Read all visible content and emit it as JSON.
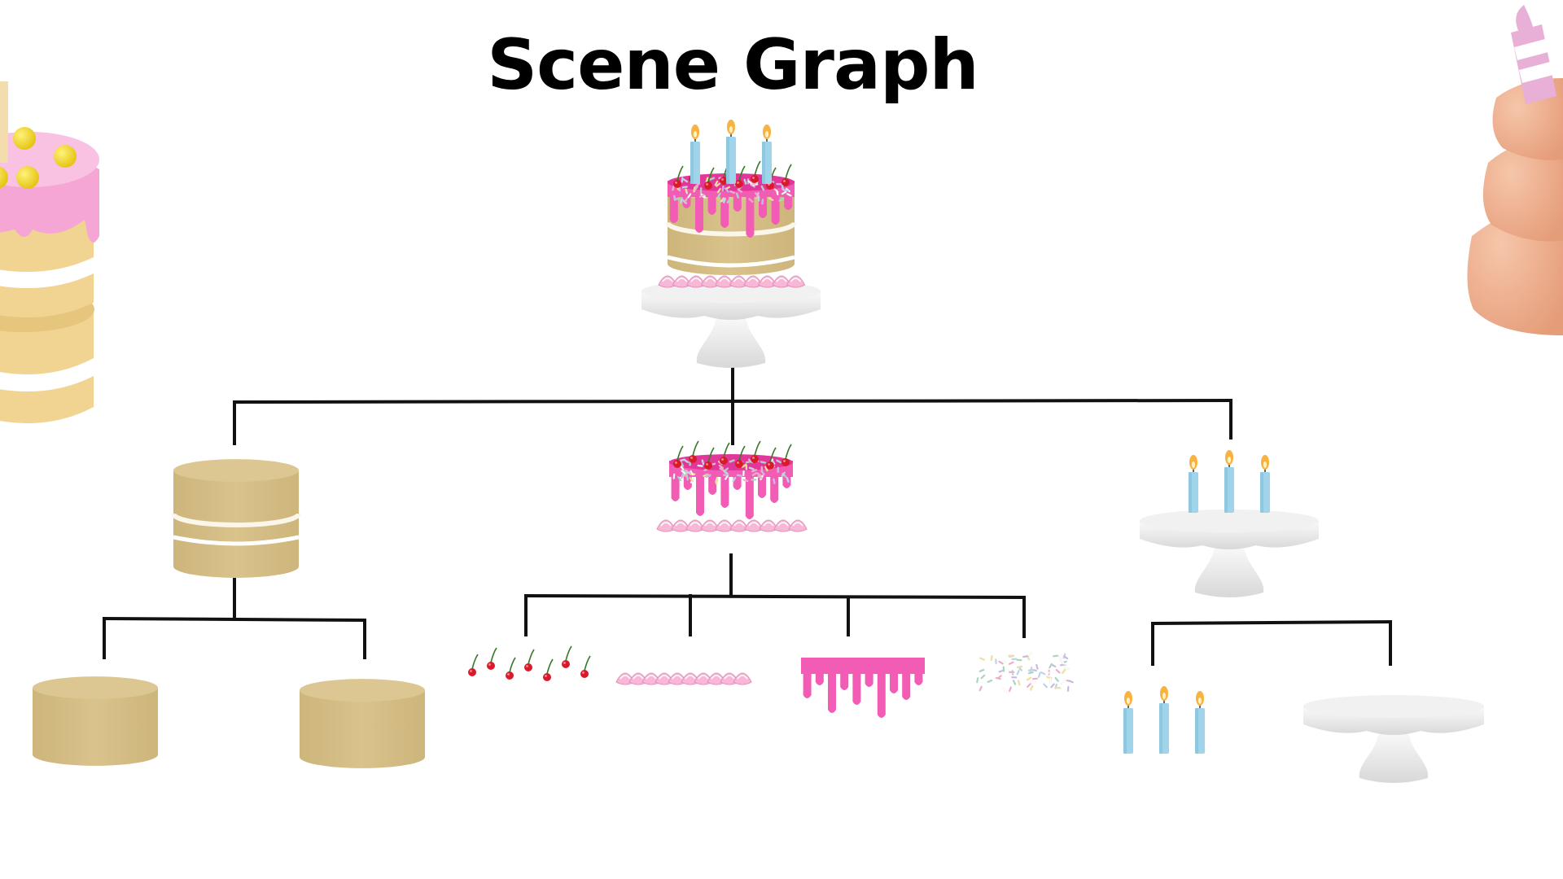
{
  "title": "Scene Graph",
  "colors": {
    "background": "#ffffff",
    "connector": "#111111",
    "sponge": "#d6bf86",
    "sponge_side": "#d2b97f",
    "sponge_top": "#dcc792",
    "filling": "#fbf6ea",
    "icing": "#f25cb5",
    "icing_dark": "#e2379a",
    "cherry": "#d81b2c",
    "stem": "#3b7a2a",
    "meringue": "#f6b8d6",
    "candle": "#9fd4ea",
    "candle_dark": "#7bbcd6",
    "flame": "#f6b342",
    "stand": "#f1f1f1",
    "stand_shadow": "#d9d9d9",
    "deco_cake_pink": "#f5a6d4",
    "deco_cake_cream": "#f1d491",
    "deco_cake_yellow": "#f2d320",
    "deco_cupcake": "#f0b18e"
  },
  "graph": {
    "root": {
      "id": "whole-cake",
      "icon": "whole-cake-icon",
      "children": [
        {
          "id": "sponge-stack",
          "icon": "sponge-stack-icon",
          "children": [
            {
              "id": "sponge-layer-1",
              "icon": "sponge-layer-icon"
            },
            {
              "id": "sponge-layer-2",
              "icon": "sponge-layer-icon"
            }
          ]
        },
        {
          "id": "topping",
          "icon": "topping-icon",
          "children": [
            {
              "id": "cherries",
              "icon": "cherries-icon"
            },
            {
              "id": "meringue-border",
              "icon": "meringue-icon"
            },
            {
              "id": "pink-icing-drip",
              "icon": "icing-drip-icon"
            },
            {
              "id": "sprinkles",
              "icon": "sprinkles-icon"
            }
          ]
        },
        {
          "id": "candles-on-stand",
          "icon": "candles-stand-icon",
          "children": [
            {
              "id": "candles",
              "icon": "candles-icon"
            },
            {
              "id": "cake-stand",
              "icon": "cake-stand-icon"
            }
          ]
        }
      ]
    }
  },
  "decorations": [
    {
      "id": "left-3d-cake",
      "icon": "3d-layer-cake-icon"
    },
    {
      "id": "right-3d-cupcake",
      "icon": "3d-cupcake-icon"
    }
  ]
}
